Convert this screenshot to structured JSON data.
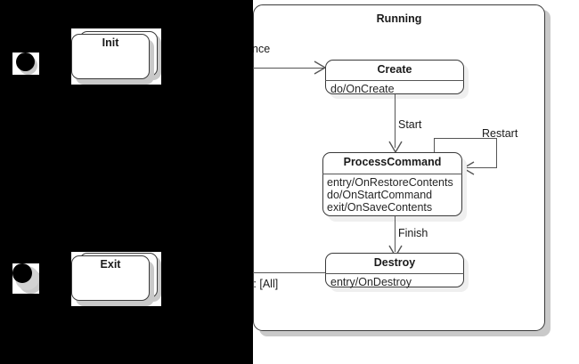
{
  "diagram": {
    "type": "uml-state-machine",
    "background": "#ffffff",
    "occlusion_color": "#000000"
  },
  "outer_states": [
    {
      "name": "init-state",
      "label": "Init"
    },
    {
      "name": "exit-state",
      "label": "Exit"
    }
  ],
  "composite": {
    "title": "Running",
    "states": [
      {
        "name": "create-state",
        "title": "Create",
        "compartment": [
          "do/OnCreate"
        ]
      },
      {
        "name": "process-command-state",
        "title": "ProcessCommand",
        "compartment": [
          "entry/OnRestoreContents",
          "do/OnStartCommand",
          "exit/OnSaveContents"
        ]
      },
      {
        "name": "destroy-state",
        "title": "Destroy",
        "compartment": [
          "entry/OnDestroy"
        ]
      }
    ]
  },
  "transitions": [
    {
      "name": "transition-into-create",
      "label": "nce"
    },
    {
      "name": "transition-start",
      "label": "Start"
    },
    {
      "name": "transition-restart",
      "label": "Restart"
    },
    {
      "name": "transition-finish",
      "label": "Finish"
    },
    {
      "name": "transition-into-destroy",
      "label": "e :  [All]"
    }
  ],
  "markers": [
    {
      "name": "initial-state-marker"
    },
    {
      "name": "final-state-marker"
    }
  ]
}
